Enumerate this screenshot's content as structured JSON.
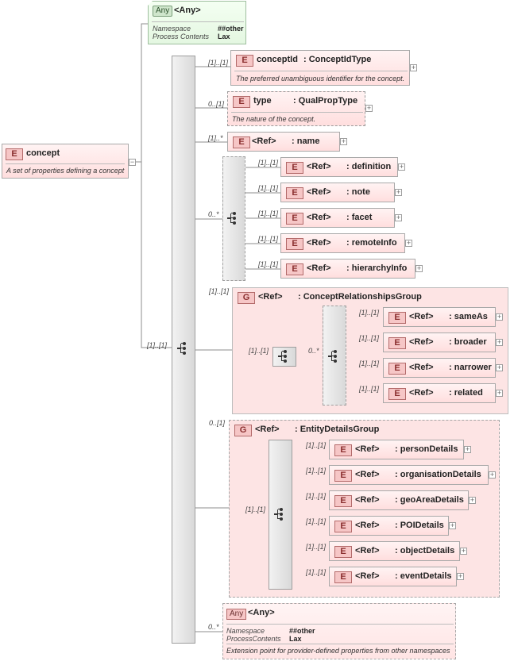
{
  "root": {
    "badge": "E",
    "name": "concept",
    "description": "A set of properties defining a concept",
    "collapse": "−"
  },
  "any_top": {
    "badge": "Any",
    "name": "<Any>",
    "props": [
      {
        "label": "Namespace",
        "value": "##other"
      },
      {
        "label": "Process Contents",
        "value": "Lax"
      }
    ]
  },
  "main_sequence": {
    "cardinality": "[1]..[1]"
  },
  "elements": [
    {
      "badge": "E",
      "cardinality": "[1]..[1]",
      "ref": "conceptId",
      "type": ": ConceptIdType",
      "description": "The preferred unambiguous identifier for the concept."
    },
    {
      "badge": "E",
      "cardinality": "0..[1]",
      "ref": "type",
      "type": ": QualPropType",
      "description": "The nature of the concept."
    },
    {
      "badge": "E",
      "cardinality": "[1]..*",
      "ref": "<Ref>",
      "type": ": name"
    }
  ],
  "choice1": {
    "cardinality": "0..*",
    "items": [
      {
        "badge": "E",
        "cardinality": "[1]..[1]",
        "ref": "<Ref>",
        "name": ": definition"
      },
      {
        "badge": "E",
        "cardinality": "[1]..[1]",
        "ref": "<Ref>",
        "name": ": note"
      },
      {
        "badge": "E",
        "cardinality": "[1]..[1]",
        "ref": "<Ref>",
        "name": ": facet"
      },
      {
        "badge": "E",
        "cardinality": "[1]..[1]",
        "ref": "<Ref>",
        "name": ": remoteInfo"
      },
      {
        "badge": "E",
        "cardinality": "[1]..[1]",
        "ref": "<Ref>",
        "name": ": hierarchyInfo"
      }
    ]
  },
  "group1": {
    "badge": "G",
    "cardinality": "[1]..[1]",
    "ref": "<Ref>",
    "name": ": ConceptRelationshipsGroup",
    "seq_cardinality": "[1]..[1]",
    "choice_cardinality": "0..*",
    "items": [
      {
        "badge": "E",
        "cardinality": "[1]..[1]",
        "ref": "<Ref>",
        "name": ": sameAs"
      },
      {
        "badge": "E",
        "cardinality": "[1]..[1]",
        "ref": "<Ref>",
        "name": ": broader"
      },
      {
        "badge": "E",
        "cardinality": "[1]..[1]",
        "ref": "<Ref>",
        "name": ": narrower"
      },
      {
        "badge": "E",
        "cardinality": "[1]..[1]",
        "ref": "<Ref>",
        "name": ": related"
      }
    ]
  },
  "group2": {
    "badge": "G",
    "cardinality": "0..[1]",
    "ref": "<Ref>",
    "name": ": EntityDetailsGroup",
    "choice_cardinality": "[1]..[1]",
    "items": [
      {
        "badge": "E",
        "cardinality": "[1]..[1]",
        "ref": "<Ref>",
        "name": ": personDetails"
      },
      {
        "badge": "E",
        "cardinality": "[1]..[1]",
        "ref": "<Ref>",
        "name": ": organisationDetails"
      },
      {
        "badge": "E",
        "cardinality": "[1]..[1]",
        "ref": "<Ref>",
        "name": ": geoAreaDetails"
      },
      {
        "badge": "E",
        "cardinality": "[1]..[1]",
        "ref": "<Ref>",
        "name": ": POIDetails"
      },
      {
        "badge": "E",
        "cardinality": "[1]..[1]",
        "ref": "<Ref>",
        "name": ": objectDetails"
      },
      {
        "badge": "E",
        "cardinality": "[1]..[1]",
        "ref": "<Ref>",
        "name": ": eventDetails"
      }
    ]
  },
  "any_bottom": {
    "badge": "Any",
    "cardinality": "0..*",
    "name": "<Any>",
    "props": [
      {
        "label": "Namespace",
        "value": "##other"
      },
      {
        "label": "ProcessContents",
        "value": "Lax"
      }
    ],
    "description": "Extension point for provider-defined properties from other namespaces"
  },
  "expand_symbol": "+"
}
